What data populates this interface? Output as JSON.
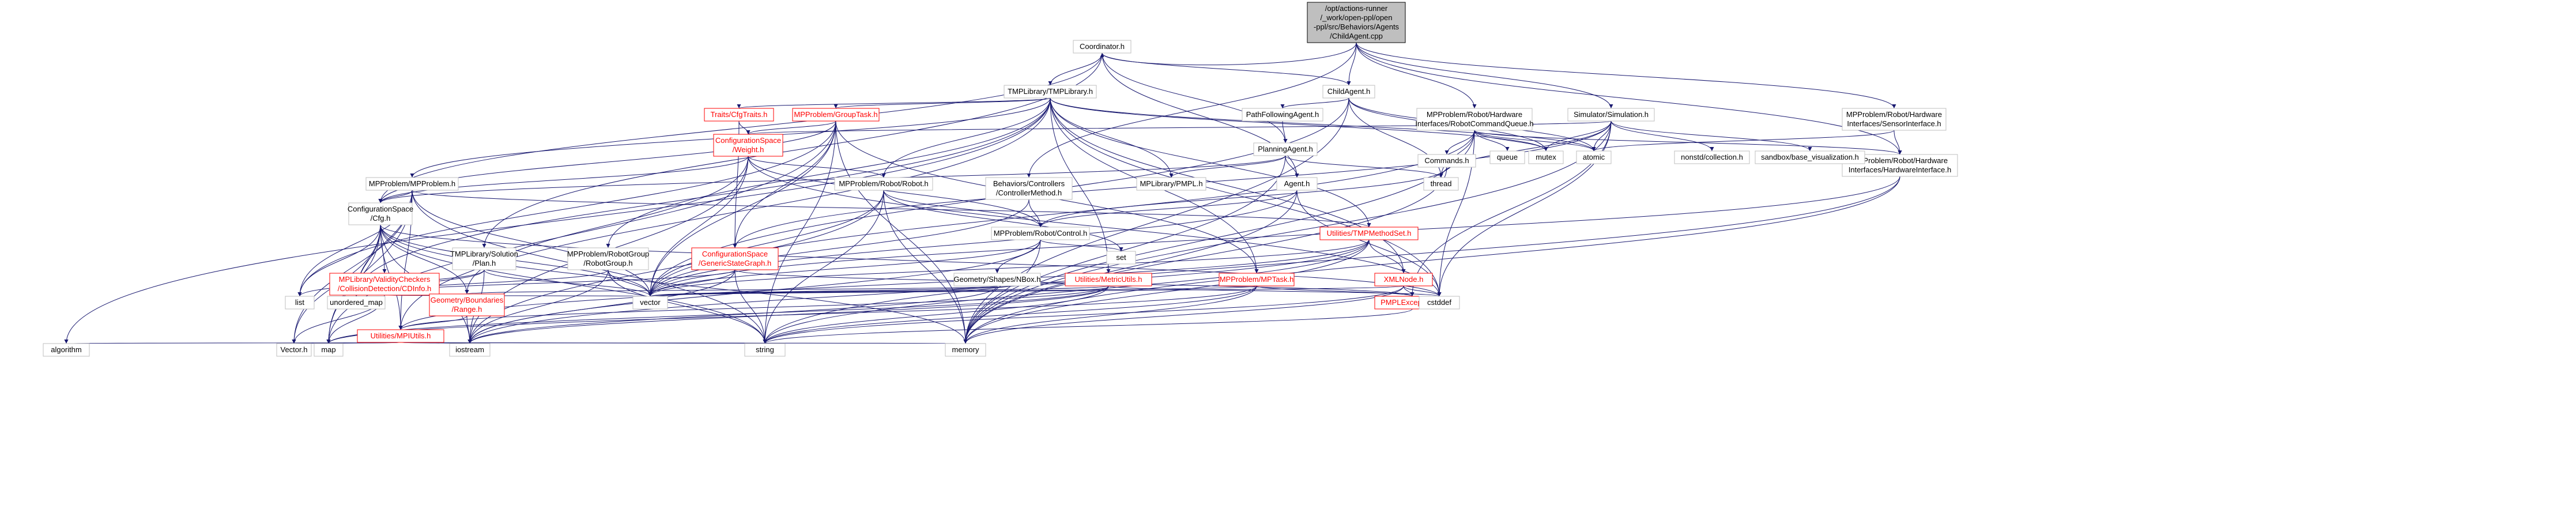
{
  "nodes": [
    {
      "id": "root",
      "lines": [
        "/opt/actions-runner",
        "/_work/open-ppl/open",
        "-ppl/src/Behaviors/Agents",
        "/ChildAgent.cpp"
      ],
      "style": "root"
    },
    {
      "id": "coordinator",
      "lines": [
        "Coordinator.h"
      ],
      "style": "plain"
    },
    {
      "id": "childagent",
      "lines": [
        "ChildAgent.h"
      ],
      "style": "plain"
    },
    {
      "id": "robotcmdqueue",
      "lines": [
        "MPProblem/Robot/Hardware",
        "Interfaces/RobotCommandQueue.h"
      ],
      "style": "plain"
    },
    {
      "id": "simulation",
      "lines": [
        "Simulator/Simulation.h"
      ],
      "style": "plain"
    },
    {
      "id": "sensorif",
      "lines": [
        "MPProblem/Robot/Hardware",
        "Interfaces/SensorInterface.h"
      ],
      "style": "plain"
    },
    {
      "id": "tmpllibrary",
      "lines": [
        "TMPLibrary/TMPLibrary.h"
      ],
      "style": "plain"
    },
    {
      "id": "cfgtraits",
      "lines": [
        "Traits/CfgTraits.h"
      ],
      "style": "red"
    },
    {
      "id": "grouptask",
      "lines": [
        "MPProblem/GroupTask.h"
      ],
      "style": "red"
    },
    {
      "id": "pathfollowing",
      "lines": [
        "PathFollowingAgent.h"
      ],
      "style": "plain"
    },
    {
      "id": "planningagent",
      "lines": [
        "PlanningAgent.h"
      ],
      "style": "plain"
    },
    {
      "id": "agent",
      "lines": [
        "Agent.h"
      ],
      "style": "plain"
    },
    {
      "id": "pmpl",
      "lines": [
        "MPLibrary/PMPL.h"
      ],
      "style": "plain"
    },
    {
      "id": "weight",
      "lines": [
        "ConfigurationSpace",
        "/Weight.h"
      ],
      "style": "red"
    },
    {
      "id": "mpproblem",
      "lines": [
        "MPProblem/MPProblem.h"
      ],
      "style": "plain"
    },
    {
      "id": "robot",
      "lines": [
        "MPProblem/Robot/Robot.h"
      ],
      "style": "plain"
    },
    {
      "id": "controllermethod",
      "lines": [
        "Behaviors/Controllers",
        "/ControllerMethod.h"
      ],
      "style": "plain"
    },
    {
      "id": "control",
      "lines": [
        "MPProblem/Robot/Control.h"
      ],
      "style": "plain"
    },
    {
      "id": "cfg",
      "lines": [
        "ConfigurationSpace",
        "/Cfg.h"
      ],
      "style": "plain"
    },
    {
      "id": "tmplplan",
      "lines": [
        "TMPLibrary/Solution",
        "/Plan.h"
      ],
      "style": "plain"
    },
    {
      "id": "robotgroup",
      "lines": [
        "MPProblem/RobotGroup",
        "/RobotGroup.h"
      ],
      "style": "plain"
    },
    {
      "id": "genericstategraph",
      "lines": [
        "ConfigurationSpace",
        "/GenericStateGraph.h"
      ],
      "style": "red"
    },
    {
      "id": "nbox",
      "lines": [
        "Geometry/Shapes/NBox.h"
      ],
      "style": "plain"
    },
    {
      "id": "metricutils",
      "lines": [
        "Utilities/MetricUtils.h"
      ],
      "style": "red"
    },
    {
      "id": "mptask",
      "lines": [
        "MPProblem/MPTask.h"
      ],
      "style": "red"
    },
    {
      "id": "tmpmethodset",
      "lines": [
        "Utilities/TMPMethodSet.h"
      ],
      "style": "red"
    },
    {
      "id": "xmlnode",
      "lines": [
        "XMLNode.h"
      ],
      "style": "red"
    },
    {
      "id": "cdinfo",
      "lines": [
        "MPLibrary/ValidityCheckers",
        "/CollisionDetection/CDInfo.h"
      ],
      "style": "red"
    },
    {
      "id": "range",
      "lines": [
        "Geometry/Boundaries",
        "/Range.h"
      ],
      "style": "red"
    },
    {
      "id": "mpiutils",
      "lines": [
        "Utilities/MPIUtils.h"
      ],
      "style": "red"
    },
    {
      "id": "pmplexceptions",
      "lines": [
        "PMPLExceptions.h"
      ],
      "style": "red"
    },
    {
      "id": "commands",
      "lines": [
        "Commands.h"
      ],
      "style": "plain"
    },
    {
      "id": "hwif",
      "lines": [
        "MPProblem/Robot/Hardware",
        "Interfaces/HardwareInterface.h"
      ],
      "style": "plain"
    },
    {
      "id": "queue",
      "lines": [
        "queue"
      ],
      "style": "gray"
    },
    {
      "id": "mutex",
      "lines": [
        "mutex"
      ],
      "style": "gray"
    },
    {
      "id": "atomic",
      "lines": [
        "atomic"
      ],
      "style": "gray"
    },
    {
      "id": "nonstdcollection",
      "lines": [
        "nonstd/collection.h"
      ],
      "style": "gray"
    },
    {
      "id": "sandbox",
      "lines": [
        "sandbox/base_visualization.h"
      ],
      "style": "gray"
    },
    {
      "id": "thread",
      "lines": [
        "thread"
      ],
      "style": "gray"
    },
    {
      "id": "set",
      "lines": [
        "set"
      ],
      "style": "gray"
    },
    {
      "id": "list",
      "lines": [
        "list"
      ],
      "style": "gray"
    },
    {
      "id": "unordered_map",
      "lines": [
        "unordered_map"
      ],
      "style": "gray"
    },
    {
      "id": "vector",
      "lines": [
        "vector"
      ],
      "style": "gray"
    },
    {
      "id": "cstddef",
      "lines": [
        "cstddef"
      ],
      "style": "gray"
    },
    {
      "id": "algorithm",
      "lines": [
        "algorithm"
      ],
      "style": "gray"
    },
    {
      "id": "vectorh",
      "lines": [
        "Vector.h"
      ],
      "style": "gray"
    },
    {
      "id": "map",
      "lines": [
        "map"
      ],
      "style": "gray"
    },
    {
      "id": "iostream",
      "lines": [
        "iostream"
      ],
      "style": "gray"
    },
    {
      "id": "string",
      "lines": [
        "string"
      ],
      "style": "gray"
    },
    {
      "id": "memory",
      "lines": [
        "memory"
      ],
      "style": "gray"
    }
  ],
  "edges": [
    [
      "root",
      "coordinator"
    ],
    [
      "root",
      "childagent"
    ],
    [
      "root",
      "robotcmdqueue"
    ],
    [
      "root",
      "simulation"
    ],
    [
      "root",
      "sensorif"
    ],
    [
      "root",
      "controllermethod"
    ],
    [
      "root",
      "hwif"
    ],
    [
      "coordinator",
      "tmpllibrary"
    ],
    [
      "coordinator",
      "childagent"
    ],
    [
      "coordinator",
      "agent"
    ],
    [
      "coordinator",
      "planningagent"
    ],
    [
      "coordinator",
      "cfg"
    ],
    [
      "coordinator",
      "tmplplan"
    ],
    [
      "childagent",
      "pathfollowing"
    ],
    [
      "childagent",
      "mutex"
    ],
    [
      "childagent",
      "atomic"
    ],
    [
      "childagent",
      "thread"
    ],
    [
      "childagent",
      "memory"
    ],
    [
      "childagent",
      "vector"
    ],
    [
      "tmpllibrary",
      "cfgtraits"
    ],
    [
      "tmpllibrary",
      "grouptask"
    ],
    [
      "tmpllibrary",
      "mpproblem"
    ],
    [
      "tmpllibrary",
      "robot"
    ],
    [
      "tmpllibrary",
      "robotgroup"
    ],
    [
      "tmpllibrary",
      "metricutils"
    ],
    [
      "tmpllibrary",
      "mptask"
    ],
    [
      "tmpllibrary",
      "tmpmethodset"
    ],
    [
      "tmpllibrary",
      "xmlnode"
    ],
    [
      "tmpllibrary",
      "pmpl"
    ],
    [
      "tmpllibrary",
      "mpiutils"
    ],
    [
      "tmpllibrary",
      "algorithm"
    ],
    [
      "tmpllibrary",
      "unordered_map"
    ],
    [
      "tmpllibrary",
      "mutex"
    ],
    [
      "tmpllibrary",
      "atomic"
    ],
    [
      "tmpllibrary",
      "cstddef"
    ],
    [
      "cfgtraits",
      "weight"
    ],
    [
      "cfgtraits",
      "genericstategraph"
    ],
    [
      "grouptask",
      "weight"
    ],
    [
      "grouptask",
      "cfg"
    ],
    [
      "grouptask",
      "mptask"
    ],
    [
      "grouptask",
      "genericstategraph"
    ],
    [
      "grouptask",
      "vector"
    ],
    [
      "grouptask",
      "string"
    ],
    [
      "grouptask",
      "memory"
    ],
    [
      "grouptask",
      "map"
    ],
    [
      "grouptask",
      "list"
    ],
    [
      "pathfollowing",
      "planningagent"
    ],
    [
      "planningagent",
      "agent"
    ],
    [
      "planningagent",
      "pmpl"
    ],
    [
      "planningagent",
      "thread"
    ],
    [
      "planningagent",
      "memory"
    ],
    [
      "planningagent",
      "cfg"
    ],
    [
      "agent",
      "control"
    ],
    [
      "agent",
      "vector"
    ],
    [
      "agent",
      "memory"
    ],
    [
      "agent",
      "cstddef"
    ],
    [
      "weight",
      "robot"
    ],
    [
      "weight",
      "control"
    ],
    [
      "weight",
      "range"
    ],
    [
      "weight",
      "vector"
    ],
    [
      "weight",
      "iostream"
    ],
    [
      "weight",
      "cstddef"
    ],
    [
      "weight",
      "cfg"
    ],
    [
      "mpproblem",
      "cfg"
    ],
    [
      "mpproblem",
      "vector"
    ],
    [
      "mpproblem",
      "string"
    ],
    [
      "mpproblem",
      "map"
    ],
    [
      "mpproblem",
      "list"
    ],
    [
      "mpproblem",
      "unordered_map"
    ],
    [
      "mpproblem",
      "tmpmethodset"
    ],
    [
      "mpproblem",
      "mpiutils"
    ],
    [
      "mpproblem",
      "vectorh"
    ],
    [
      "robot",
      "control"
    ],
    [
      "robot",
      "vector"
    ],
    [
      "robot",
      "string"
    ],
    [
      "robot",
      "memory"
    ],
    [
      "robot",
      "iostream"
    ],
    [
      "robot",
      "set"
    ],
    [
      "controllermethod",
      "control"
    ],
    [
      "controllermethod",
      "vector"
    ],
    [
      "control",
      "nbox"
    ],
    [
      "control",
      "vector"
    ],
    [
      "control",
      "set"
    ],
    [
      "control",
      "memory"
    ],
    [
      "control",
      "iostream"
    ],
    [
      "cfg",
      "cdinfo"
    ],
    [
      "cfg",
      "range"
    ],
    [
      "cfg",
      "vector"
    ],
    [
      "cfg",
      "iostream"
    ],
    [
      "cfg",
      "map"
    ],
    [
      "cfg",
      "list"
    ],
    [
      "cfg",
      "unordered_map"
    ],
    [
      "cfg",
      "memory"
    ],
    [
      "cfg",
      "string"
    ],
    [
      "cfg",
      "vectorh"
    ],
    [
      "cfg",
      "mpiutils"
    ],
    [
      "cfg",
      "cstddef"
    ],
    [
      "tmplplan",
      "vector"
    ],
    [
      "tmplplan",
      "unordered_map"
    ],
    [
      "tmplplan",
      "list"
    ],
    [
      "tmplplan",
      "iostream"
    ],
    [
      "robotgroup",
      "vector"
    ],
    [
      "robotgroup",
      "iostream"
    ],
    [
      "robotgroup",
      "string"
    ],
    [
      "robotgroup",
      "unordered_map"
    ],
    [
      "genericstategraph",
      "vector"
    ],
    [
      "genericstategraph",
      "unordered_map"
    ],
    [
      "genericstategraph",
      "iostream"
    ],
    [
      "genericstategraph",
      "pmplexceptions"
    ],
    [
      "genericstategraph",
      "string"
    ],
    [
      "nbox",
      "range"
    ],
    [
      "nbox",
      "vector"
    ],
    [
      "nbox",
      "iostream"
    ],
    [
      "metricutils",
      "vector"
    ],
    [
      "metricutils",
      "string"
    ],
    [
      "metricutils",
      "iostream"
    ],
    [
      "metricutils",
      "map"
    ],
    [
      "metricutils",
      "mpiutils"
    ],
    [
      "metricutils",
      "cstddef"
    ],
    [
      "mptask",
      "vector"
    ],
    [
      "mptask",
      "string"
    ],
    [
      "mptask",
      "memory"
    ],
    [
      "mptask",
      "pmplexceptions"
    ],
    [
      "mptask",
      "map"
    ],
    [
      "tmpmethodset",
      "xmlnode"
    ],
    [
      "tmpmethodset",
      "vector"
    ],
    [
      "tmpmethodset",
      "string"
    ],
    [
      "tmpmethodset",
      "memory"
    ],
    [
      "tmpmethodset",
      "iostream"
    ],
    [
      "tmpmethodset",
      "mpiutils"
    ],
    [
      "xmlnode",
      "pmplexceptions"
    ],
    [
      "xmlnode",
      "string"
    ],
    [
      "xmlnode",
      "memory"
    ],
    [
      "xmlnode",
      "vector"
    ],
    [
      "xmlnode",
      "cstddef"
    ],
    [
      "cdinfo",
      "vectorh"
    ],
    [
      "cdinfo",
      "map"
    ],
    [
      "cdinfo",
      "vector"
    ],
    [
      "range",
      "mpiutils"
    ],
    [
      "range",
      "iostream"
    ],
    [
      "mpiutils",
      "algorithm"
    ],
    [
      "mpiutils",
      "vectorh"
    ],
    [
      "mpiutils",
      "map"
    ],
    [
      "mpiutils",
      "iostream"
    ],
    [
      "mpiutils",
      "string"
    ],
    [
      "mpiutils",
      "memory"
    ],
    [
      "pmplexceptions",
      "string"
    ],
    [
      "robotcmdqueue",
      "commands"
    ],
    [
      "robotcmdqueue",
      "queue"
    ],
    [
      "robotcmdqueue",
      "mutex"
    ],
    [
      "robotcmdqueue",
      "atomic"
    ],
    [
      "robotcmdqueue",
      "thread"
    ],
    [
      "robotcmdqueue",
      "memory"
    ],
    [
      "robotcmdqueue",
      "cstddef"
    ],
    [
      "robotcmdqueue",
      "hwif"
    ],
    [
      "robotcmdqueue",
      "vector"
    ],
    [
      "commands",
      "control"
    ],
    [
      "commands",
      "memory"
    ],
    [
      "simulation",
      "nonstdcollection"
    ],
    [
      "simulation",
      "sandbox"
    ],
    [
      "simulation",
      "mutex"
    ],
    [
      "simulation",
      "atomic"
    ],
    [
      "simulation",
      "thread"
    ],
    [
      "simulation",
      "memory"
    ],
    [
      "simulation",
      "pmplexceptions"
    ],
    [
      "simulation",
      "genericstategraph"
    ],
    [
      "simulation",
      "weight"
    ],
    [
      "simulation",
      "cstddef"
    ],
    [
      "sensorif",
      "hwif"
    ],
    [
      "sensorif",
      "atomic"
    ],
    [
      "hwif",
      "string"
    ],
    [
      "hwif",
      "memory"
    ],
    [
      "hwif",
      "vector"
    ]
  ]
}
